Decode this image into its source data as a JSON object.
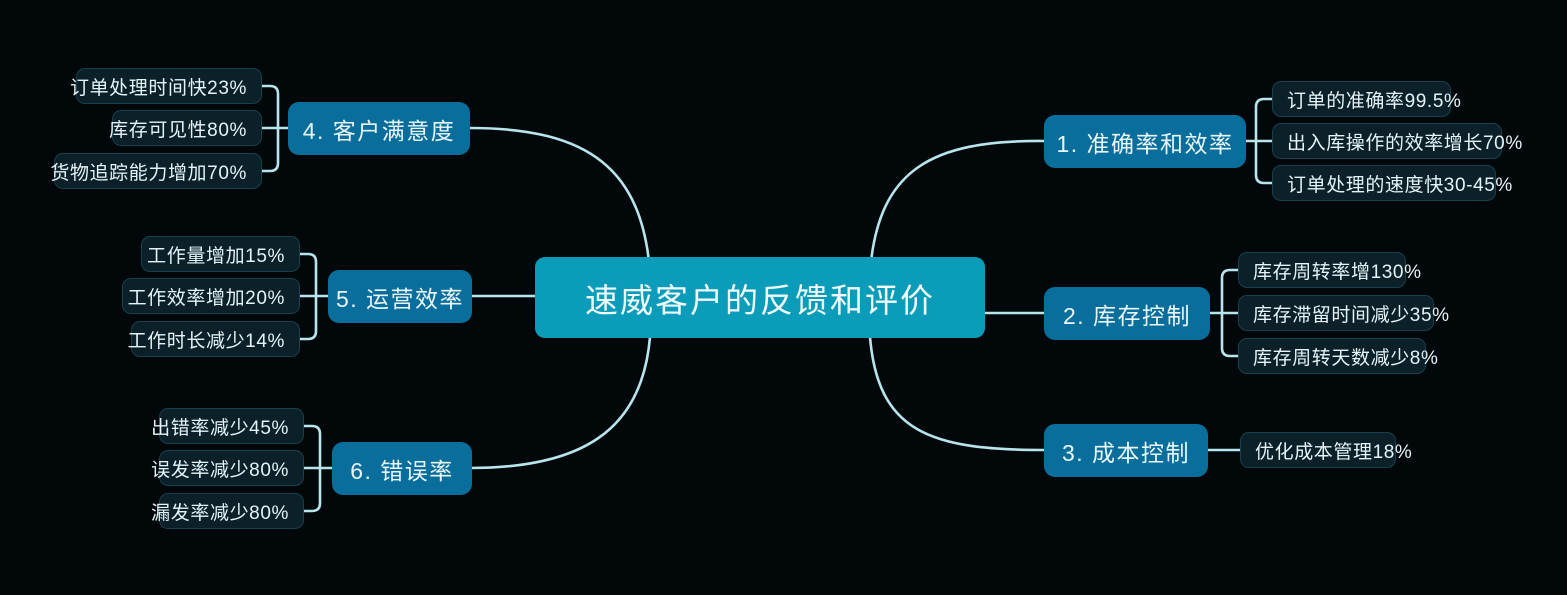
{
  "theme": {
    "background": "#020809",
    "center_fill": "#0b9cba",
    "branch_fill": "#0a6e9c",
    "leaf_fill": "#0b2028",
    "leaf_border": "#16414e",
    "connector": "#b8e4ee",
    "text": "#eaf7fb"
  },
  "center": {
    "label": "速威客户的反馈和评价"
  },
  "branches": [
    {
      "id": "branch-1",
      "side": "right",
      "label": "1. 准确率和效率",
      "leaves": [
        {
          "label": "订单的准确率99.5%"
        },
        {
          "label": "出入库操作的效率增长70%"
        },
        {
          "label": "订单处理的速度快30-45%"
        }
      ]
    },
    {
      "id": "branch-2",
      "side": "right",
      "label": "2. 库存控制",
      "leaves": [
        {
          "label": "库存周转率增130%"
        },
        {
          "label": "库存滞留时间减少35%"
        },
        {
          "label": "库存周转天数减少8%"
        }
      ]
    },
    {
      "id": "branch-3",
      "side": "right",
      "label": "3. 成本控制",
      "leaves": [
        {
          "label": "优化成本管理18%"
        }
      ]
    },
    {
      "id": "branch-4",
      "side": "left",
      "label": "4. 客户满意度",
      "leaves": [
        {
          "label": "订单处理时间快23%"
        },
        {
          "label": "库存可见性80%"
        },
        {
          "label": "货物追踪能力增加70%"
        }
      ]
    },
    {
      "id": "branch-5",
      "side": "left",
      "label": "5. 运营效率",
      "leaves": [
        {
          "label": "工作量增加15%"
        },
        {
          "label": "工作效率增加20%"
        },
        {
          "label": "工作时长减少14%"
        }
      ]
    },
    {
      "id": "branch-6",
      "side": "left",
      "label": "6. 错误率",
      "leaves": [
        {
          "label": "出错率减少45%"
        },
        {
          "label": "误发率减少80%"
        },
        {
          "label": "漏发率减少80%"
        }
      ]
    }
  ]
}
